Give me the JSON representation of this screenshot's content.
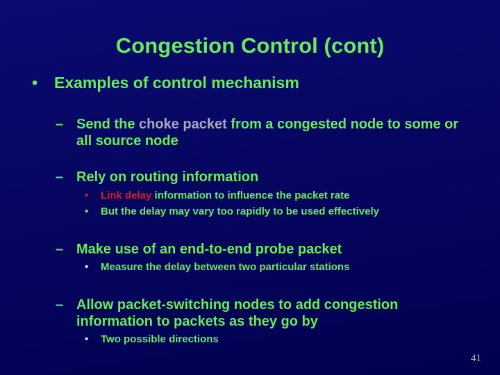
{
  "slide": {
    "title": "Congestion Control (cont)",
    "page_number": "41",
    "colors": {
      "background": "#080866",
      "primary_text": "#66ee55",
      "accent_red": "#e01818",
      "muted_gray": "#a9a9bd",
      "pale_bullet": "#cfe9df",
      "page_number": "#8fd8b0"
    },
    "bullets": {
      "level1": {
        "marker": "•",
        "text": "Examples of control mechanism"
      },
      "item1": {
        "marker": "–",
        "part_a": "Send the ",
        "part_b": "choke packet",
        "part_c": " from a congested node to some or all source node"
      },
      "item2": {
        "marker": "–",
        "text": "Rely on routing information",
        "sub1": {
          "marker": "•",
          "part_a": "Link delay",
          "part_b": " information to influence the packet rate"
        },
        "sub2": {
          "marker": "•",
          "text": "But the delay may vary too rapidly to be used effectively"
        }
      },
      "item3": {
        "marker": "–",
        "text": "Make use of an end-to-end probe packet",
        "sub1": {
          "marker": "•",
          "text": "Measure the delay between two particular stations"
        }
      },
      "item4": {
        "marker": "–",
        "text": "Allow packet-switching nodes to add congestion information to packets as they go by",
        "sub1": {
          "marker": "•",
          "text": "Two possible directions"
        }
      }
    }
  }
}
